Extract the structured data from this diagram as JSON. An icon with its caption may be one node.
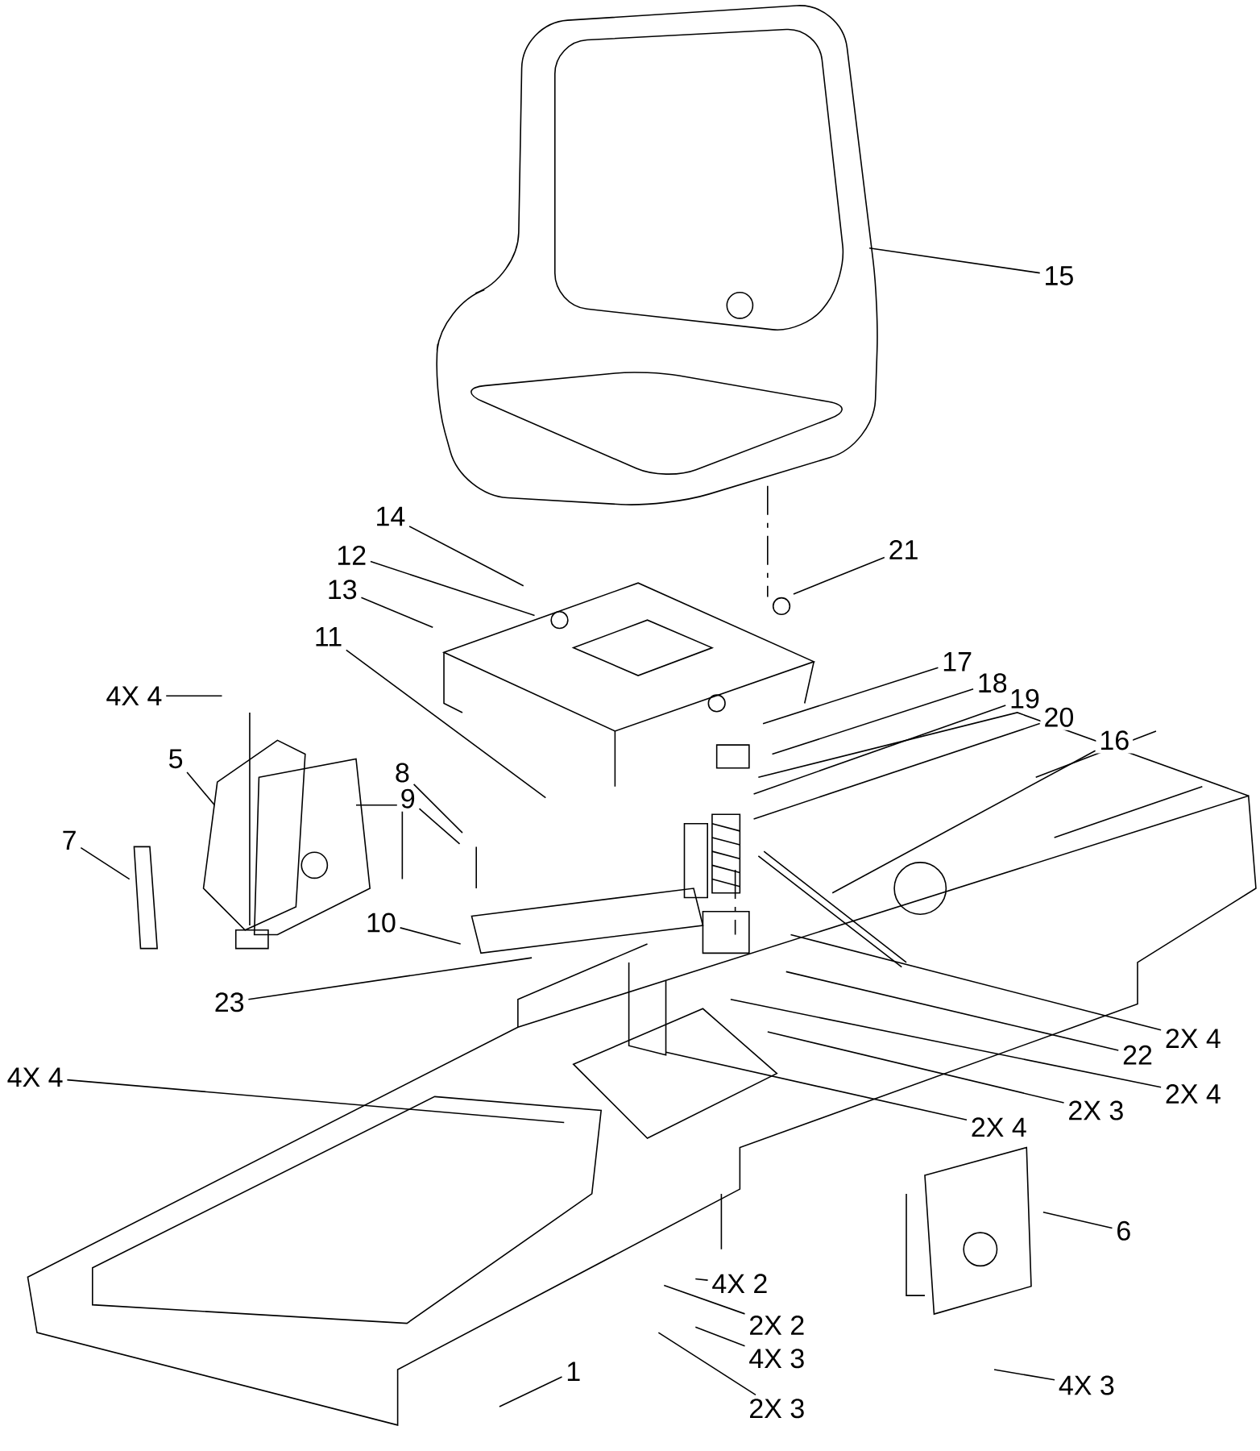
{
  "diagram": {
    "nodes": [
      {
        "text": [
          "15"
        ]
      },
      {
        "text": [
          "21"
        ]
      },
      {
        "text": [
          "14"
        ]
      },
      {
        "text": [
          "12"
        ]
      },
      {
        "text": [
          "13"
        ]
      },
      {
        "text": [
          "11"
        ]
      },
      {
        "text": [
          "17"
        ]
      },
      {
        "text": [
          "18"
        ]
      },
      {
        "text": [
          "19"
        ]
      },
      {
        "text": [
          "20"
        ]
      },
      {
        "text": [
          "4X 4"
        ]
      },
      {
        "text": [
          "16"
        ]
      },
      {
        "text": [
          "5"
        ]
      },
      {
        "text": [
          "8"
        ]
      },
      {
        "text": [
          "9"
        ]
      },
      {
        "text": [
          "7"
        ]
      },
      {
        "text": [
          "10"
        ]
      },
      {
        "text": [
          "23"
        ]
      },
      {
        "text": [
          "2X 4"
        ]
      },
      {
        "text": [
          "22"
        ]
      },
      {
        "text": [
          "4X 4"
        ]
      },
      {
        "text": [
          "2X 4"
        ]
      },
      {
        "text": [
          "2X 3"
        ]
      },
      {
        "text": [
          "2X 4"
        ]
      },
      {
        "text": [
          "6"
        ]
      },
      {
        "text": [
          "4X 2"
        ]
      },
      {
        "text": [
          "2X 2"
        ]
      },
      {
        "text": [
          "4X 3"
        ]
      },
      {
        "text": [
          "1"
        ]
      },
      {
        "text": [
          "2X 3"
        ]
      },
      {
        "text": [
          "4X 3"
        ]
      }
    ],
    "edges": [
      {
        "from": 0,
        "to": null,
        "arrow": "none"
      },
      {
        "from": 1,
        "to": null,
        "arrow": "none"
      },
      {
        "from": 2,
        "to": null,
        "arrow": "none"
      },
      {
        "from": 3,
        "to": null,
        "arrow": "none"
      },
      {
        "from": 4,
        "to": null,
        "arrow": "none"
      },
      {
        "from": 5,
        "to": null,
        "arrow": "none"
      },
      {
        "from": 6,
        "to": null,
        "arrow": "none"
      },
      {
        "from": 7,
        "to": null,
        "arrow": "none"
      },
      {
        "from": 8,
        "to": null,
        "arrow": "none"
      },
      {
        "from": 9,
        "to": null,
        "arrow": "none"
      },
      {
        "from": 10,
        "to": null,
        "arrow": "none"
      },
      {
        "from": 11,
        "to": null,
        "arrow": "none"
      },
      {
        "from": 12,
        "to": null,
        "arrow": "none"
      },
      {
        "from": 13,
        "to": null,
        "arrow": "none"
      },
      {
        "from": 14,
        "to": null,
        "arrow": "none"
      },
      {
        "from": 15,
        "to": null,
        "arrow": "none"
      },
      {
        "from": 16,
        "to": null,
        "arrow": "none"
      },
      {
        "from": 17,
        "to": null,
        "arrow": "none"
      },
      {
        "from": 18,
        "to": null,
        "arrow": "none"
      },
      {
        "from": 19,
        "to": null,
        "arrow": "none"
      },
      {
        "from": 20,
        "to": null,
        "arrow": "none"
      },
      {
        "from": 21,
        "to": null,
        "arrow": "none"
      },
      {
        "from": 22,
        "to": null,
        "arrow": "none"
      },
      {
        "from": 23,
        "to": null,
        "arrow": "none"
      },
      {
        "from": 24,
        "to": null,
        "arrow": "none"
      },
      {
        "from": 25,
        "to": null,
        "arrow": "none"
      },
      {
        "from": 26,
        "to": null,
        "arrow": "none"
      },
      {
        "from": 27,
        "to": null,
        "arrow": "none"
      },
      {
        "from": 28,
        "to": null,
        "arrow": "none"
      },
      {
        "from": 29,
        "to": null,
        "arrow": "none"
      },
      {
        "from": 30,
        "to": null,
        "arrow": "none"
      }
    ]
  }
}
